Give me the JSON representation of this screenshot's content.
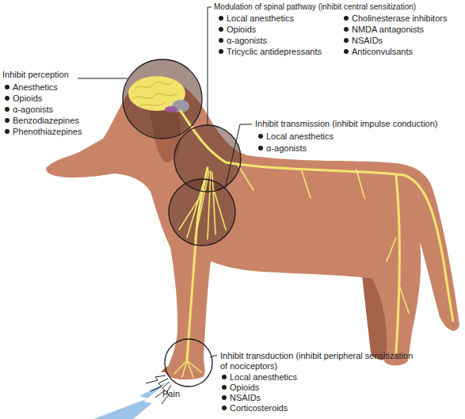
{
  "diagram": {
    "labels": [
      "Modulation of spinal pathway (inhibit central sensitization)",
      "Local anesthetics",
      "Opioids",
      "α-agonists",
      "Tricyclic antidepressants",
      "Cholinesterase inhibitors",
      "NMDA antagonists",
      "NSAIDs",
      "Anticonvulsants",
      "Inhibit perception",
      "Anesthetics",
      "Opioids",
      "α-agonists",
      "Benzodiazepines",
      "Phenothiazepines",
      "Inhibit transmission (inhibit impulse conduction)",
      "Local anesthetics",
      "α-agonists",
      "Inhibit transduction (inhibit peripheral sensitization of nociceptors)",
      "Local anesthetics",
      "Opioids",
      "NSAIDs",
      "Corticosteroids",
      "Pain"
    ]
  }
}
